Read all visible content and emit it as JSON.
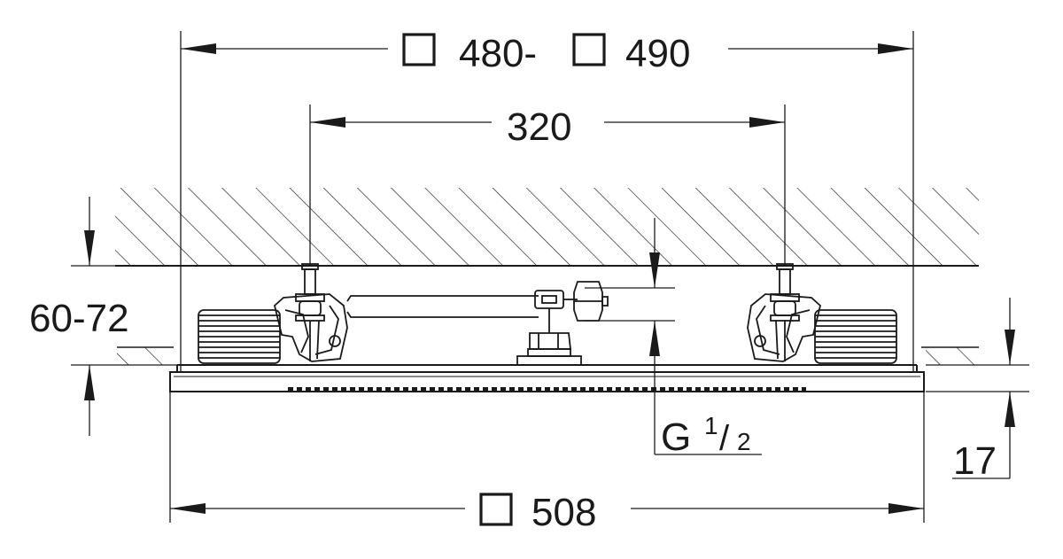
{
  "drawing": {
    "dimensions": {
      "overall_width": {
        "symbol": "square",
        "text": "480-",
        "symbol2": "square",
        "text2": "490"
      },
      "mount_spacing": {
        "text": "320"
      },
      "ceiling_depth": {
        "text": "60-72"
      },
      "base_width": {
        "symbol": "square",
        "text": "508"
      },
      "plate_thickness": {
        "text": "17"
      },
      "connection": {
        "prefix": "G",
        "numerator": "1",
        "slash": "/",
        "denominator": "2"
      }
    },
    "colors": {
      "line": "#1a1a1a",
      "background": "#ffffff"
    },
    "icons": [
      "square-symbol-icon",
      "arrowhead-icon",
      "hatch-pattern"
    ]
  }
}
